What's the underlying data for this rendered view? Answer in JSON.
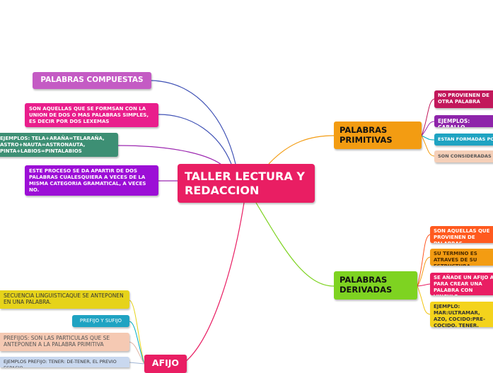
{
  "central": {
    "title": "TALLER LECTURA Y REDACCION"
  },
  "left_topics": {
    "compuestas": "PALABRAS COMPUESTAS",
    "definicion": "SON AQUELLAS QUE SE FORMSAN CON LA UNION DE DOS O MAS PALABRAS SIMPLES, ES DECIR POR DOS LEXEMAS",
    "ejemplos": "EJEMPLOS: TELA+ARAÑA=TELARAÑA, ASTRO+NAUTA=ASTRONAUTA, PINTA+LABIOS=PINTALABIOS",
    "proceso": "ESTE PROCESO SE DA APARTIR DE DOS PALABRAS CUALESQUIERA A VECES DE LA MISMA CATEGORIA GRAMATICAL, A VECES NO."
  },
  "primitivas": {
    "title": "PALABRAS PRIMITIVAS",
    "items": [
      "NO PROVIENEN DE OTRA PALABRA",
      "EJEMPLOS: CABALLO",
      "ESTAN FORMADAS POR",
      "SON CONSIDERADAS"
    ]
  },
  "derivadas": {
    "title": "PALABRAS DERIVADAS",
    "items": [
      "SON AQUELLAS QUE PROVIENEN DE PALABRAS PRIMITIVAS",
      "SU TERMINO ES ATRAVES DE SU ESTRUCTURA",
      "SE AÑADE UN AFIJO A PARA CREAR UNA PALABRA CON VINCULO",
      "EJEMPLO: MAR:ULTRAMAR, AZO, COCIDO:PRE-COCIDO, TENER."
    ]
  },
  "afijo": {
    "title": "AFIJO",
    "items": [
      "SECUENCIA LINGUISTICAQUE SE ANTEPONEN EN UNA PALABRA.",
      "PREFIJO Y SUFIJO",
      "PREFIJOS: SON LAS PARTICULAS QUE SE ANTEPONEN A LA PALABRA PRIMITIVA",
      "EJEMPLOS PREFIJO: TENER: DE-TENER, EL PREVIO ESPACIO"
    ]
  },
  "colors": {
    "central": "#e91e63",
    "primitivas": "#f39c12",
    "derivadas": "#7ed321",
    "afijo": "#e91e63",
    "left_blue": "#3f51b5",
    "violet": "#9c27b0"
  }
}
